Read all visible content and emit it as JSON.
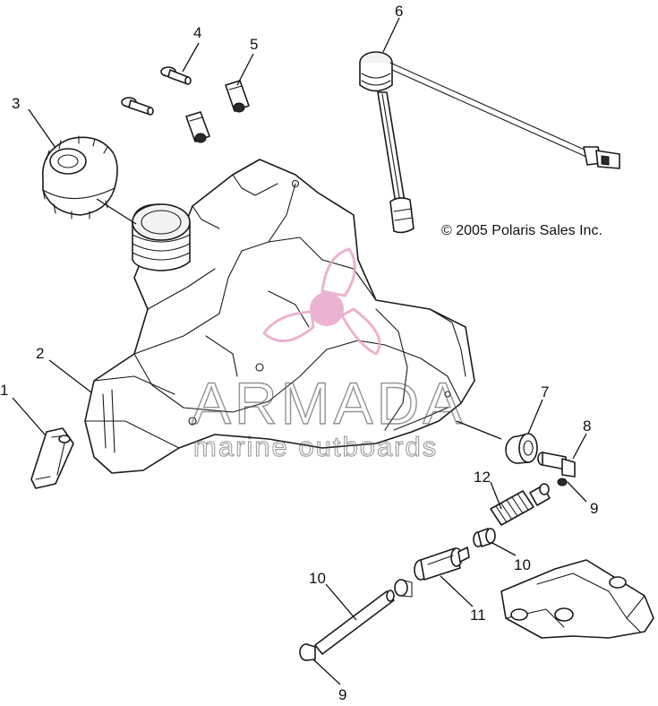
{
  "callouts": {
    "c1": "1",
    "c2": "2",
    "c3": "3",
    "c4": "4",
    "c5": "5",
    "c6": "6",
    "c7": "7",
    "c8": "8",
    "c9a": "9",
    "c9b": "9",
    "c10a": "10",
    "c10b": "10",
    "c11": "11",
    "c12": "12"
  },
  "copyright": "© 2005 Polaris Sales Inc.",
  "watermark": {
    "brand": "ARMADA",
    "tagline": "marine outboards",
    "color": "#e8a6c8"
  }
}
